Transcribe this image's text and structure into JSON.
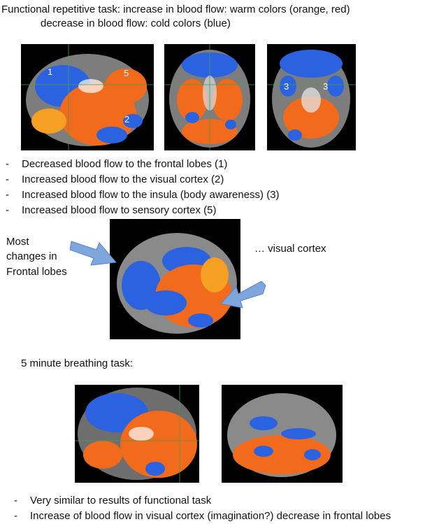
{
  "title_line1": "Functional repetitive task: increase in blood flow: warm colors (orange, red)",
  "title_line2": "decrease in blood flow: cold colors (blue)",
  "scan_labels": {
    "frontal": "1",
    "visual": "2",
    "insula": "3",
    "sensory": "5"
  },
  "bullets1": [
    "Decreased blood flow to the frontal lobes (1)",
    "Increased blood flow to the visual cortex (2)",
    "Increased blood flow to the insula (body awareness) (3)",
    "Increased blood flow to sensory cortex (5)"
  ],
  "dash": "-",
  "annotation_left": [
    "Most",
    "changes in",
    "Frontal lobes"
  ],
  "annotation_right": "… visual cortex",
  "breathing_heading": "5 minute breathing task:",
  "bullets2": [
    "Very similar to results of functional task",
    "Increase of blood flow in visual cortex (imagination?) decrease in frontal lobes"
  ],
  "colors": {
    "warm": "#f26a1b",
    "cold": "#2a62e0",
    "brain_gray": "#8a8a8a",
    "arrow": "#7ea6dd"
  }
}
